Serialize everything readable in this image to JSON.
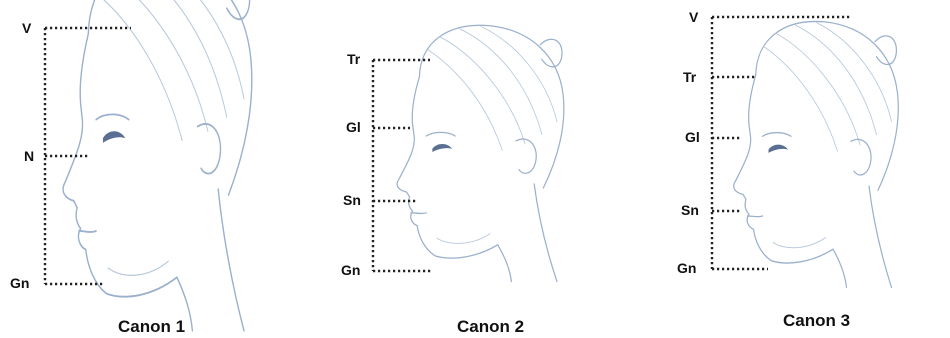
{
  "panels": [
    {
      "caption": "Canon 1",
      "labels": [
        {
          "text": "V"
        },
        {
          "text": "N"
        },
        {
          "text": "Gn"
        }
      ]
    },
    {
      "caption": "Canon 2",
      "labels": [
        {
          "text": "Tr"
        },
        {
          "text": "Gl"
        },
        {
          "text": "Sn"
        },
        {
          "text": "Gn"
        }
      ]
    },
    {
      "caption": "Canon 3",
      "labels": [
        {
          "text": "V"
        },
        {
          "text": "Tr"
        },
        {
          "text": "Gl"
        },
        {
          "text": "Sn"
        },
        {
          "text": "Gn"
        }
      ]
    }
  ],
  "colors": {
    "sketch_stroke": "#9ab0cc",
    "guide_line": "#222222",
    "label_text": "#111111"
  }
}
